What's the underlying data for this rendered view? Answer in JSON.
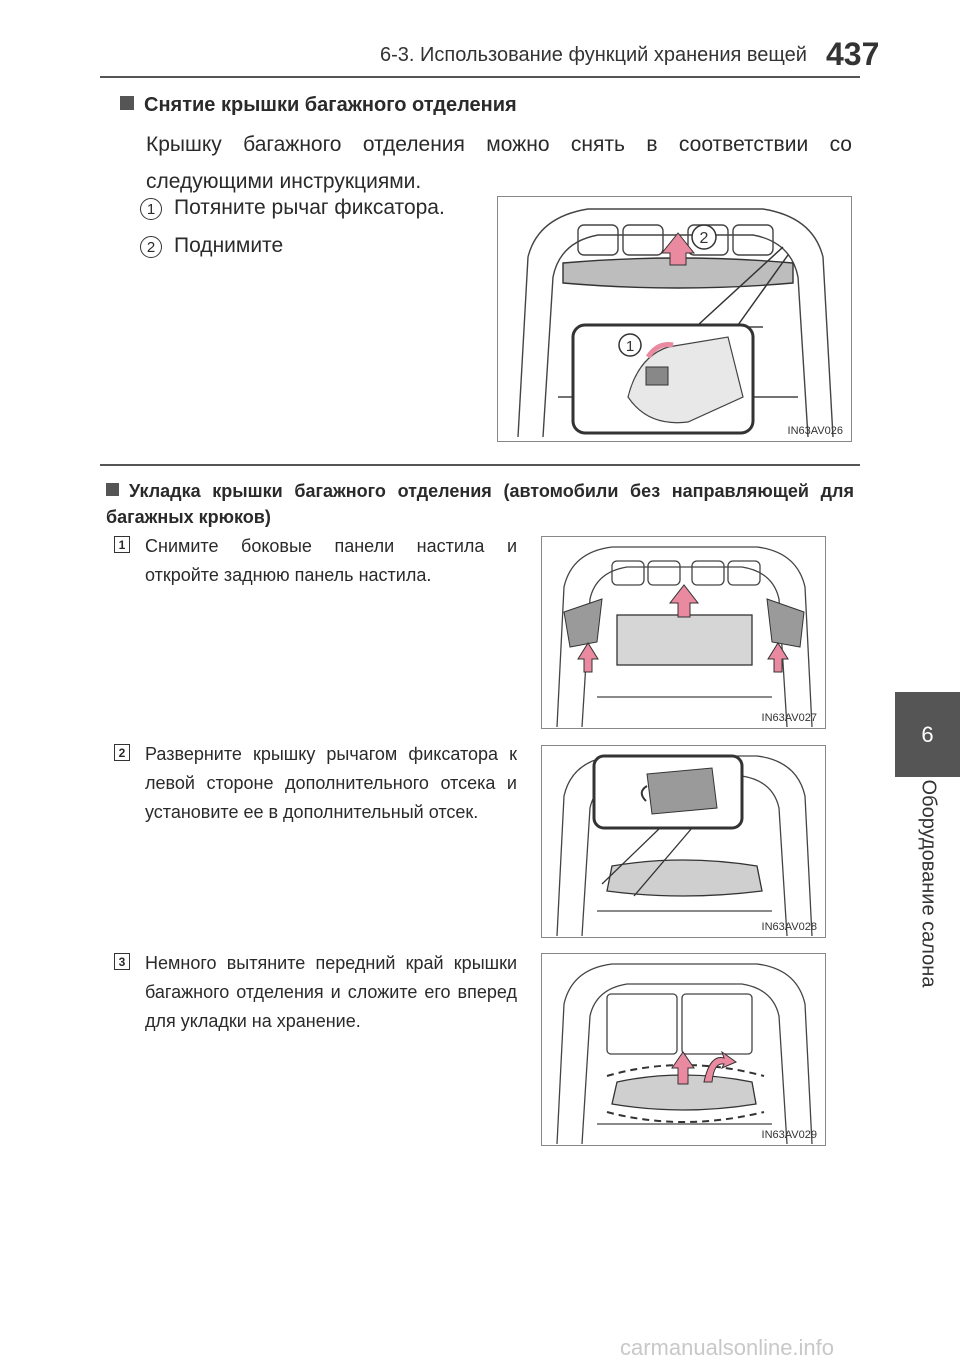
{
  "header": {
    "section_title": "6-3. Использование функций хранения вещей",
    "page_number": "437"
  },
  "side_tab": {
    "number": "6",
    "label": "Оборудование салона"
  },
  "section1": {
    "heading": "Снятие крышки багажного отделения",
    "intro": "Крышку багажного отделения можно снять в соответствии со следующими инструкциями.",
    "steps": [
      {
        "num": "1",
        "text": "Потяните рычаг фиксатора."
      },
      {
        "num": "2",
        "text": "Поднимите"
      }
    ],
    "figure": {
      "code": "IN63AV026",
      "callouts": [
        "1",
        "2"
      ]
    }
  },
  "section2": {
    "heading": "Укладка крышки багажного отделения (автомобили без направляющей для багажных крюков)",
    "steps": [
      {
        "num": "1",
        "text": "Снимите боковые панели настила и откройте заднюю панель настила.",
        "figure_code": "IN63AV027"
      },
      {
        "num": "2",
        "text": "Разверните крышку рычагом фиксатора к левой стороне дополнительного отсека и установите ее в дополнительный отсек.",
        "figure_code": "IN63AV028"
      },
      {
        "num": "3",
        "text": "Немного вытяните передний край крышки багажного отделения и сложите его вперед для укладки на хранение.",
        "figure_code": "IN63AV029"
      }
    ]
  },
  "watermark": "carmanualsonline.info",
  "colors": {
    "text": "#2a2a2a",
    "tab": "#555555",
    "arrow": "#e98aa0",
    "line": "#333333"
  }
}
